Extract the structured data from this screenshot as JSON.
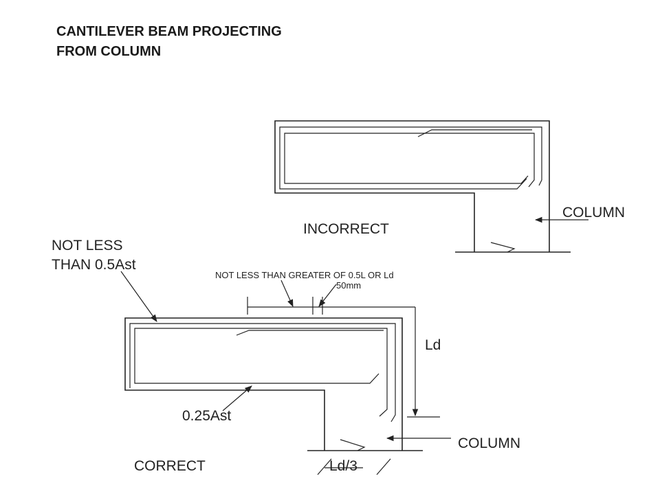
{
  "title": {
    "line1": "CANTILEVER BEAM PROJECTING",
    "line2": "FROM COLUMN"
  },
  "incorrect_detail": {
    "label": "INCORRECT",
    "column_label": "COLUMN"
  },
  "correct_detail": {
    "label": "CORRECT",
    "top_steel_label_line1": "NOT LESS",
    "top_steel_label_line2": "THAN 0.5Ast",
    "bottom_steel_label": "0.25Ast",
    "extension_label": "NOT LESS THAN GREATER OF 0.5L OR Ld",
    "offset_label": "50mm",
    "anchorage_label": "Ld",
    "column_label": "COLUMN",
    "embedment_label": "Ld/3"
  }
}
